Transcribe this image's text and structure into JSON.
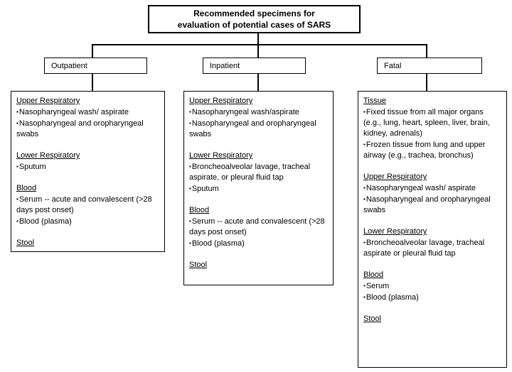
{
  "title": "Recommended specimens for\nevaluation of potential cases of SARS",
  "glyphs": {
    "bullet": "▪"
  },
  "colors": {
    "line": "#000000",
    "background": "#ffffff",
    "text": "#000000"
  },
  "branches": [
    {
      "label": "Outpatient",
      "sections": [
        {
          "heading": "Upper Respiratory",
          "items": [
            "Nasopharyngeal wash/ aspirate",
            "Nasopharyngeal and oropharyngeal swabs"
          ]
        },
        {
          "heading": "Lower Respiratory",
          "items": [
            "Sputum"
          ]
        },
        {
          "heading": "Blood",
          "items": [
            "Serum -- acute and convalescent (>28 days post onset)",
            "Blood (plasma)"
          ]
        },
        {
          "heading": "Stool",
          "items": []
        }
      ]
    },
    {
      "label": "Inpatient",
      "sections": [
        {
          "heading": "Upper Respiratory",
          "items": [
            "Nasopharyngeal wash/aspirate",
            "Nasopharyngeal and oropharyngeal swabs"
          ]
        },
        {
          "heading": "Lower Respiratory",
          "items": [
            "Broncheoalveolar lavage, tracheal aspirate, or pleural fluid tap",
            "Sputum"
          ]
        },
        {
          "heading": "Blood",
          "items": [
            "Serum -- acute and convalescent (>28 days post onset)",
            "Blood (plasma)"
          ]
        },
        {
          "heading": "Stool",
          "items": []
        }
      ]
    },
    {
      "label": "Fatal",
      "sections": [
        {
          "heading": "Tissue",
          "items": [
            "Fixed tissue from all major organs (e.g., lung, heart, spleen, liver, brain, kidney, adrenals)",
            "Frozen tissue from lung and upper airway (e.g., trachea, bronchus)"
          ]
        },
        {
          "heading": "Upper Respiratory",
          "items": [
            "Nasopharyngeal wash/ aspirate",
            "Nasopharyngeal and oropharyngeal swabs"
          ]
        },
        {
          "heading": "Lower Respiratory",
          "items": [
            "Broncheoalveolar lavage, tracheal aspirate or pleural fluid tap"
          ]
        },
        {
          "heading": "Blood",
          "items": [
            "Serum",
            "Blood (plasma)"
          ]
        },
        {
          "heading": "Stool",
          "items": []
        }
      ]
    }
  ]
}
